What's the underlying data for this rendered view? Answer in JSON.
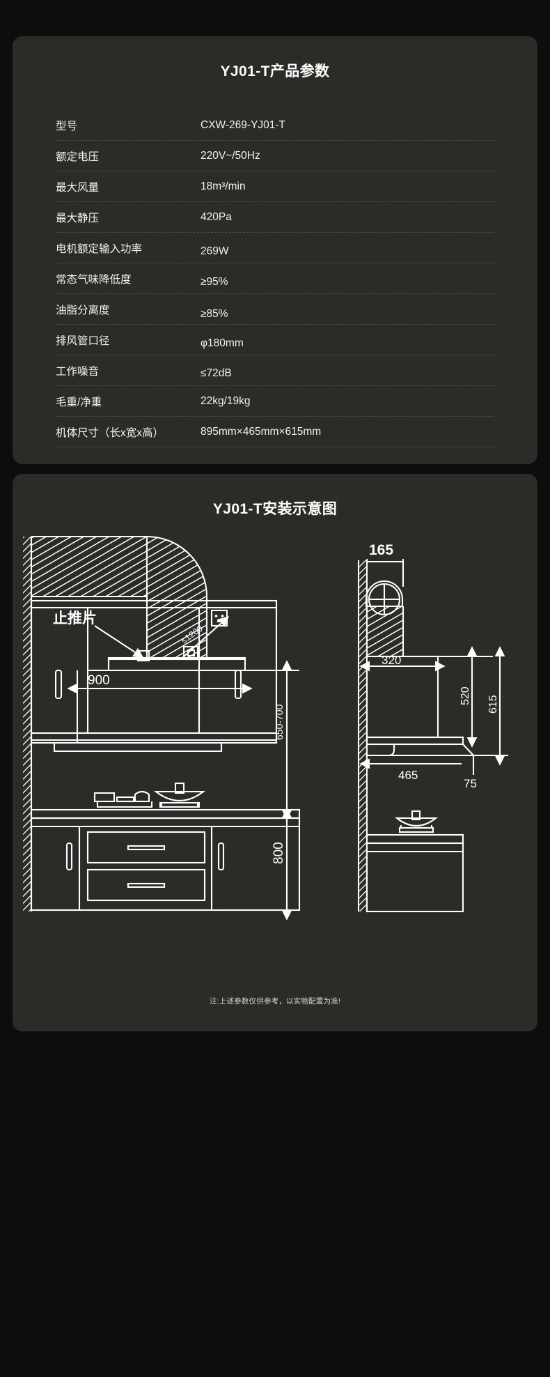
{
  "spec_card": {
    "title": "YJ01-T产品参数",
    "rows": [
      {
        "label": "型号",
        "value": "CXW-269-YJ01-T"
      },
      {
        "label": "额定电压",
        "value": "220V~/50Hz"
      },
      {
        "label": "最大风量",
        "value": "18m³/min"
      },
      {
        "label": "最大静压",
        "value": "420Pa"
      },
      {
        "label": "电机额定输入功率",
        "value": "269W"
      },
      {
        "label": "常态气味降低度",
        "value": "≥95%"
      },
      {
        "label": "油脂分离度",
        "value": "≥85%"
      },
      {
        "label": "排风管口径",
        "value": "φ180mm"
      },
      {
        "label": "工作噪音",
        "value": "≤72dB"
      },
      {
        "label": "毛重/净重",
        "value": "22kg/19kg"
      },
      {
        "label": "机体尺寸（长x宽x高）",
        "value": "895mm×465mm×615mm"
      }
    ]
  },
  "diagram_card": {
    "title": "YJ01-T安装示意图",
    "note": "注:上述参数仅供参考，以实物配置为准!",
    "callouts": {
      "thrust_plate": "止推片",
      "max_cable": "≤1200"
    },
    "dimensions": {
      "front_width": "900",
      "hood_to_cooktop": "650-700",
      "counter_height": "800",
      "duct_offset_top": "165",
      "hood_depth_upper": "320",
      "hood_body_height": "520",
      "total_height": "615",
      "hood_depth": "465",
      "counter_overhang": "75"
    },
    "colors": {
      "card_bg": "#2b2b28",
      "page_bg": "#0d0d0d",
      "line": "#ffffff",
      "text": "#ffffff"
    }
  }
}
